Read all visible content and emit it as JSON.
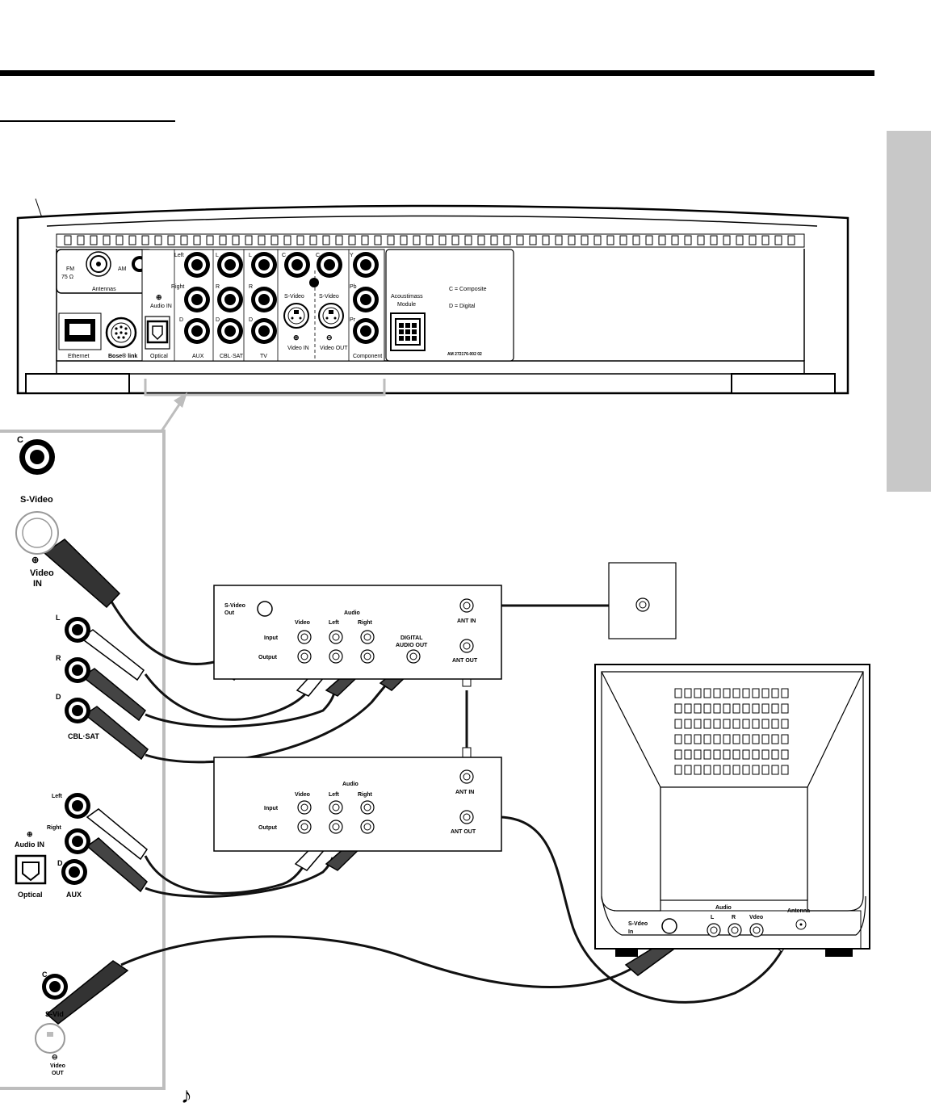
{
  "colors": {
    "ink": "#000000",
    "panel_gray": "#bdbdbd",
    "tab_gray": "#c8c8c8",
    "cable_dark": "#2a2a2a",
    "cable_mid": "#777777"
  },
  "note_glyph": "♪",
  "console": {
    "antenna_fm": "FM",
    "antenna_fm_ohm": "75 Ω",
    "antenna_am": "AM",
    "antennas": "Antennas",
    "ethernet": "Ethernet",
    "bose_link": "Bose® link",
    "optical": "Optical",
    "audio_in": "Audio IN",
    "left": "Left",
    "right": "Right",
    "l": "L",
    "r": "R",
    "d": "D",
    "c": "C",
    "aux": "AUX",
    "cbl_sat": "CBL·SAT",
    "tv": "TV",
    "svideo": "S-Video",
    "video_in": "Video IN",
    "video_out": "Video OUT",
    "y": "Y",
    "pb": "Pb",
    "pr": "Pr",
    "component": "Component",
    "acoustimass_1": "Acoustimass",
    "acoustimass_2": "Module",
    "legend_c": "C = Composite",
    "legend_d": "D = Digital",
    "part_number": "AM 272176-002 02"
  },
  "inset": {
    "c_top": "C",
    "svideo_top": "S-Video",
    "video_in_1": "Video",
    "video_in_2": "IN",
    "l": "L",
    "r": "R",
    "d": "D",
    "cbl_sat": "CBL·SAT",
    "left": "Left",
    "right": "Right",
    "audio_in": "Audio IN",
    "d2": "D",
    "optical": "Optical",
    "aux": "AUX",
    "c_bottom": "C",
    "svideo_bottom": "S-Vid",
    "video_out_1": "Video",
    "video_out_2": "OUT"
  },
  "cable_box": {
    "svideo_out_1": "S-Video",
    "svideo_out_2": "Out",
    "audio": "Audio",
    "video": "Video",
    "left": "Left",
    "right": "Right",
    "input": "Input",
    "output": "Output",
    "digital_1": "DIGITAL",
    "digital_2": "AUDIO  OUT",
    "ant_in": "ANT  IN",
    "ant_out": "ANT  OUT"
  },
  "vcr": {
    "audio": "Audio",
    "video": "Video",
    "left": "Left",
    "right": "Right",
    "input": "Input",
    "output": "Output",
    "ant_in": "ANT  IN",
    "ant_out": "ANT  OUT"
  },
  "tv_set": {
    "audio": "Audio",
    "l": "L",
    "r": "R",
    "video": "Vdeo",
    "antenna": "Antenna",
    "svideo_in_1": "S-Vdeo",
    "svideo_in_2": "In"
  }
}
